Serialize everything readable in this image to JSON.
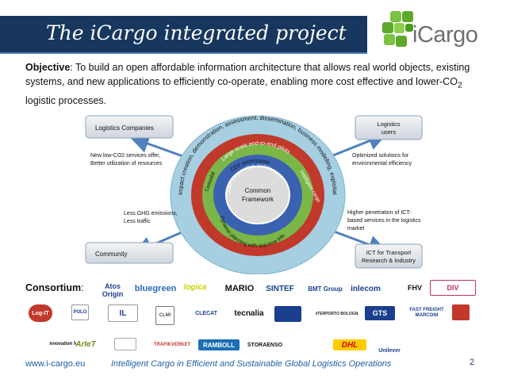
{
  "slide": {
    "title": "The iCargo integrated project",
    "logo_text": "iCargo",
    "page_number": "2"
  },
  "objective": {
    "label": "Objective",
    "text_before_sub": ": To build an open affordable information architecture that allows real world objects, existing systems, and new applications to efficiently co-operate, enabling more cost effective and lower-CO",
    "subscript": "2",
    "text_after_sub": " logistic processes."
  },
  "diagram": {
    "boxes": {
      "logistics_companies": "Logistics Companies",
      "logistics_users_1": "Logistics",
      "logistics_users_2": "users",
      "community": "Community",
      "ict_1": "ICT for Transport",
      "ict_2": "Research & Industry"
    },
    "notes": {
      "top_left_1": "New low-CO2 services offer,",
      "top_left_2": "Better utilization of resources",
      "top_right_1": "Optimized solutions for",
      "top_right_2": "environmental efficiency",
      "bottom_left_1": "Less GHG emissions,",
      "bottom_left_2": "Less traffic",
      "bottom_right_1": "Higher penetration of ICT-",
      "bottom_right_2": "based services in the logistics",
      "bottom_right_3": "market"
    },
    "rings": {
      "outer": "Impact creation, demonstration, assessment, dissemination, business modelling, exploitation",
      "pilots": "Large scale end-to-end pilots",
      "co2_opt": "CO2 optimization",
      "comodal": "Comodal",
      "intelligent_cargo": "Intelligent cargo",
      "open_arch": "Open cooperative architecture",
      "dynamic": "Dynamic planning with real-time info",
      "center_1": "Common",
      "center_2": "Framework"
    }
  },
  "consortium": {
    "label": "Consortium",
    "colon": ":",
    "logos_row1": [
      "Atos Origin",
      "bluegreen",
      "logica",
      "MARIO",
      "SINTEF",
      "BMT Group",
      "inlecom",
      "FHV",
      "DIV"
    ],
    "logos_row2": [
      "Log-IT",
      "POLO",
      "IL",
      "CLMI",
      "CLECAT",
      "tecnalia",
      "",
      "INTERPORTO BOLOGNA",
      "GTS",
      "FAST FREIGHT MARCONI",
      ""
    ],
    "logos_row3": [
      "TNO innovation for life",
      "ArIeT",
      "",
      "TRAFIKVERKET",
      "RAMBOLL",
      "STORAENSO",
      "",
      "DHL",
      "Unilever"
    ]
  },
  "footer": {
    "url": "www.i-cargo.eu",
    "caption": "Intelligent Cargo in Efficient and Sustainable Global Logistics Operations"
  },
  "colors": {
    "title_bar": "#17375e",
    "accent_blue": "#4f81bd",
    "logo_green": "#6ab023",
    "ring_outer": "#a6cfe2",
    "ring_red": "#c0392b",
    "ring_green": "#7ab648",
    "ring_blue": "#3a62b0",
    "center_fill": "#dcdcdc"
  }
}
